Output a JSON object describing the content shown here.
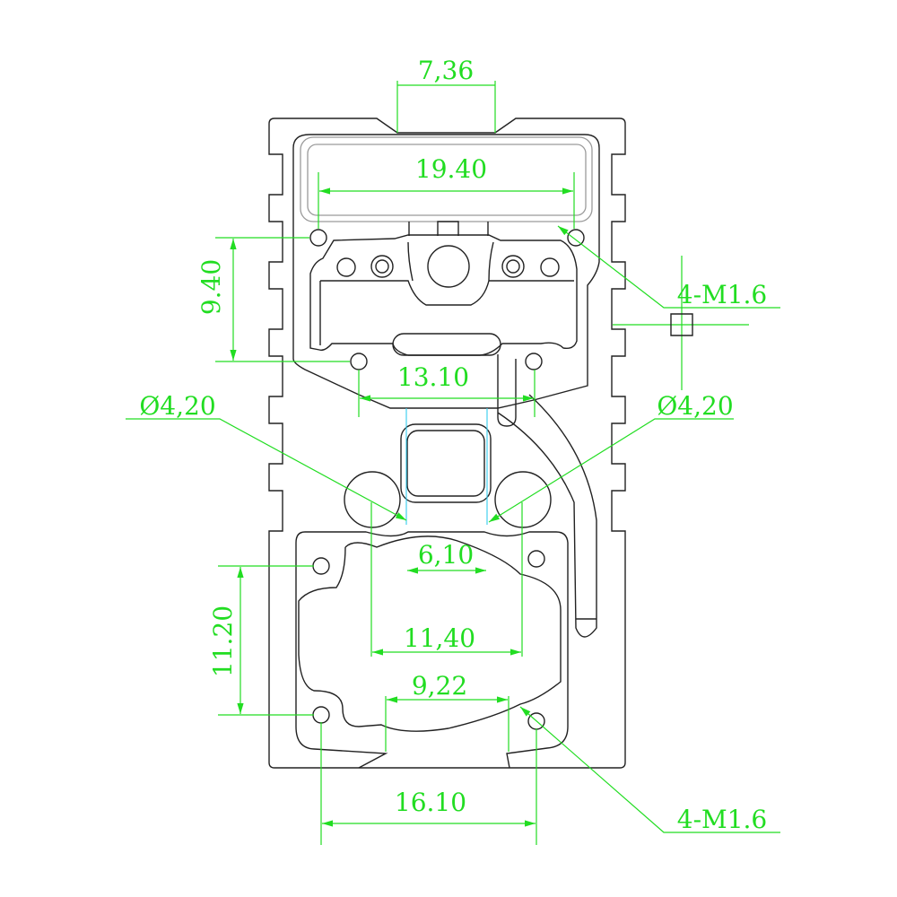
{
  "drawing": {
    "colors": {
      "outline": "#222222",
      "dimension": "#22dd22",
      "centerline": "#33ccee",
      "window": "#9a9a9a"
    },
    "dimensions": {
      "top_notch": "7,36",
      "window_width": "19.40",
      "upper_hole_vertical": "9.40",
      "upper_hole_spacing": "13.10",
      "circle_left": "Ø4,20",
      "circle_right": "Ø4,20",
      "thread_top": "4-M1.6",
      "center_width": "6,10",
      "circle_spacing": "11,40",
      "lower_hole_vertical": "11.20",
      "lower_opening": "9,22",
      "lower_hole_spacing": "16.10",
      "thread_bottom": "4-M1.6"
    }
  }
}
